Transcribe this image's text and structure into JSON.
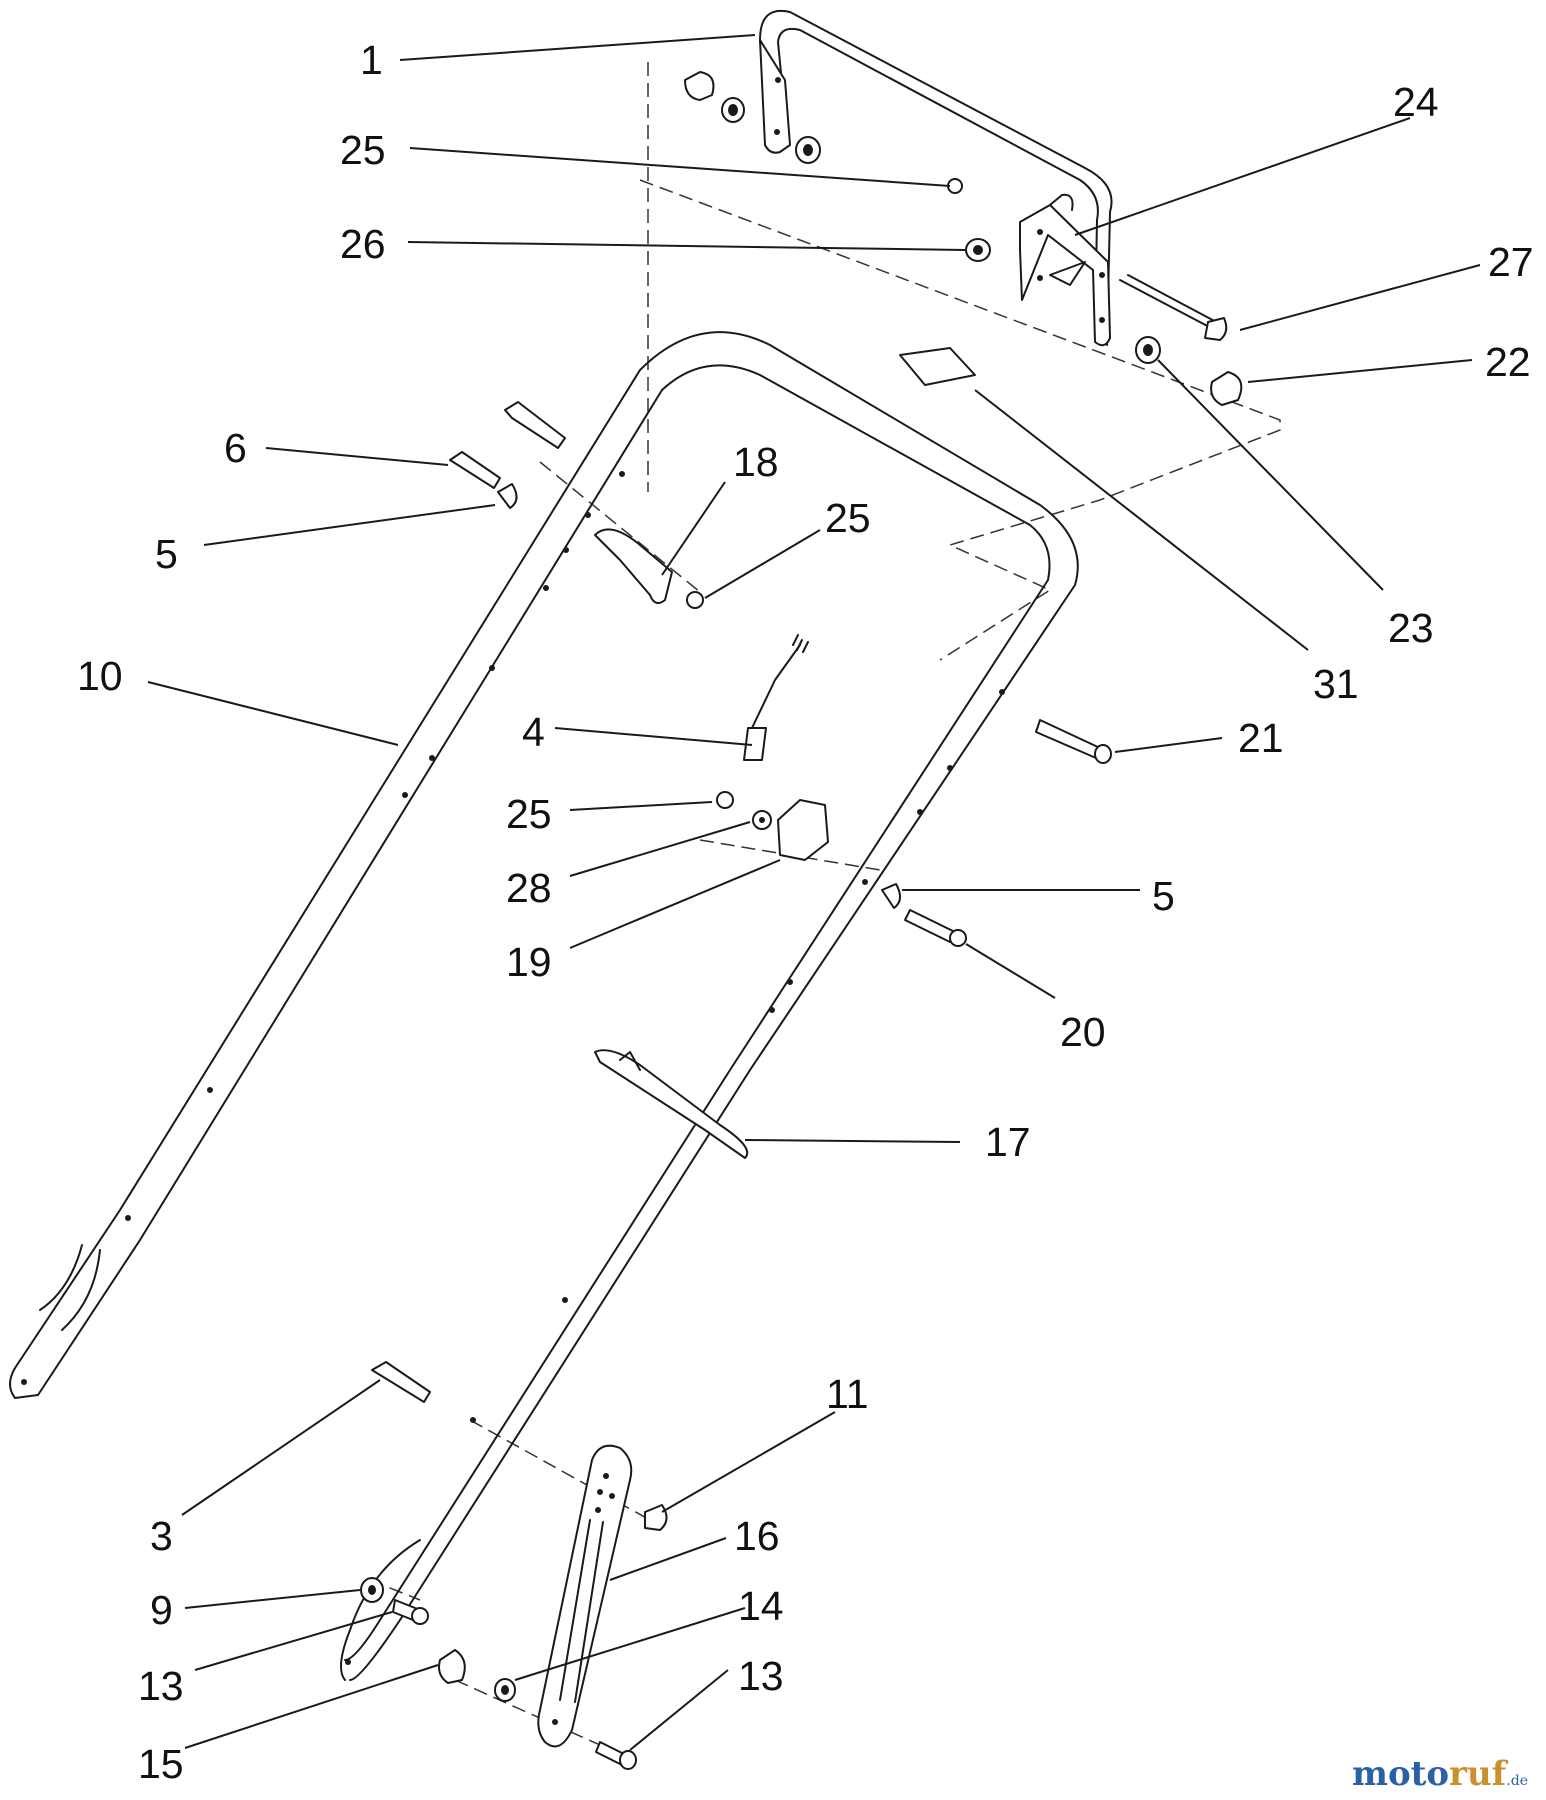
{
  "diagram": {
    "callouts": [
      "1",
      "25",
      "26",
      "24",
      "27",
      "22",
      "6",
      "5",
      "18",
      "25",
      "10",
      "23",
      "31",
      "21",
      "4",
      "25",
      "28",
      "5",
      "19",
      "20",
      "17",
      "11",
      "3",
      "16",
      "9",
      "14",
      "13",
      "13",
      "15"
    ]
  },
  "watermark": {
    "main": "moto",
    "accent": "ruf",
    "tld": ".de"
  }
}
